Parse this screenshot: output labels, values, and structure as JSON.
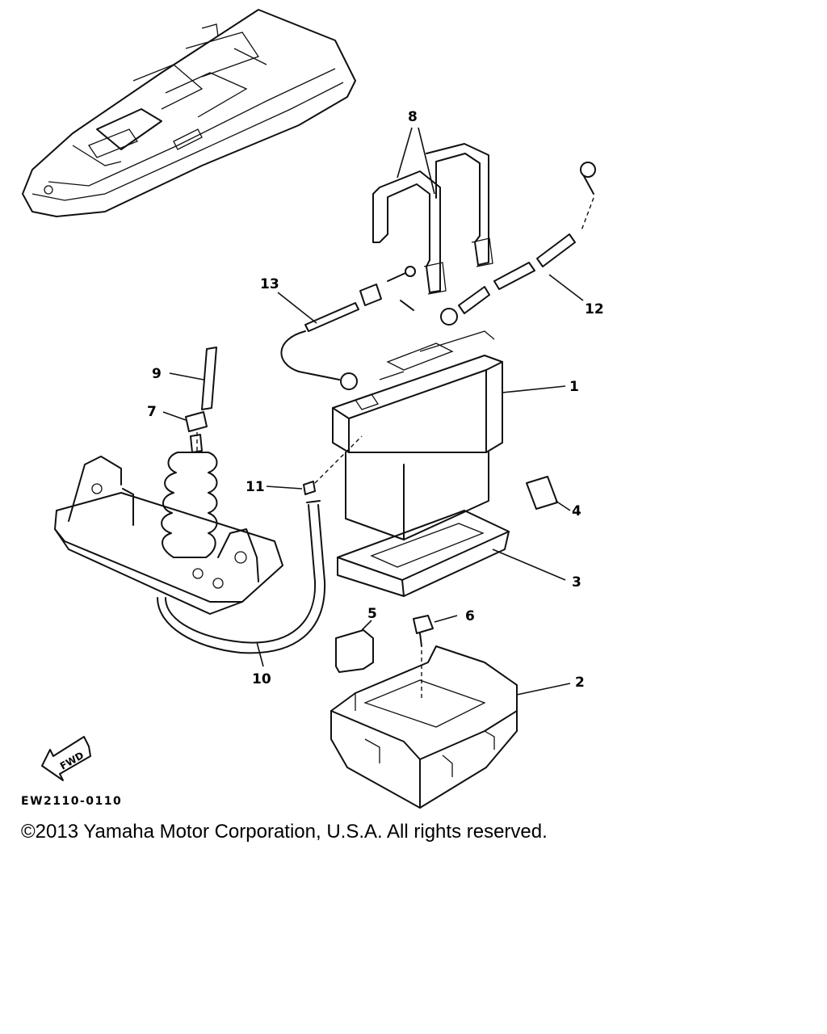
{
  "callouts": [
    {
      "id": "1",
      "label": "1"
    },
    {
      "id": "2",
      "label": "2"
    },
    {
      "id": "3",
      "label": "3"
    },
    {
      "id": "4",
      "label": "4"
    },
    {
      "id": "5",
      "label": "5"
    },
    {
      "id": "6",
      "label": "6"
    },
    {
      "id": "7",
      "label": "7"
    },
    {
      "id": "8",
      "label": "8"
    },
    {
      "id": "9",
      "label": "9"
    },
    {
      "id": "10",
      "label": "10"
    },
    {
      "id": "11",
      "label": "11"
    },
    {
      "id": "12",
      "label": "12"
    },
    {
      "id": "13",
      "label": "13"
    }
  ],
  "fwd_label": "FWD",
  "diagram_code": "EW2110-0110",
  "copyright": "©2013 Yamaha Motor Corporation, U.S.A. All rights reserved."
}
